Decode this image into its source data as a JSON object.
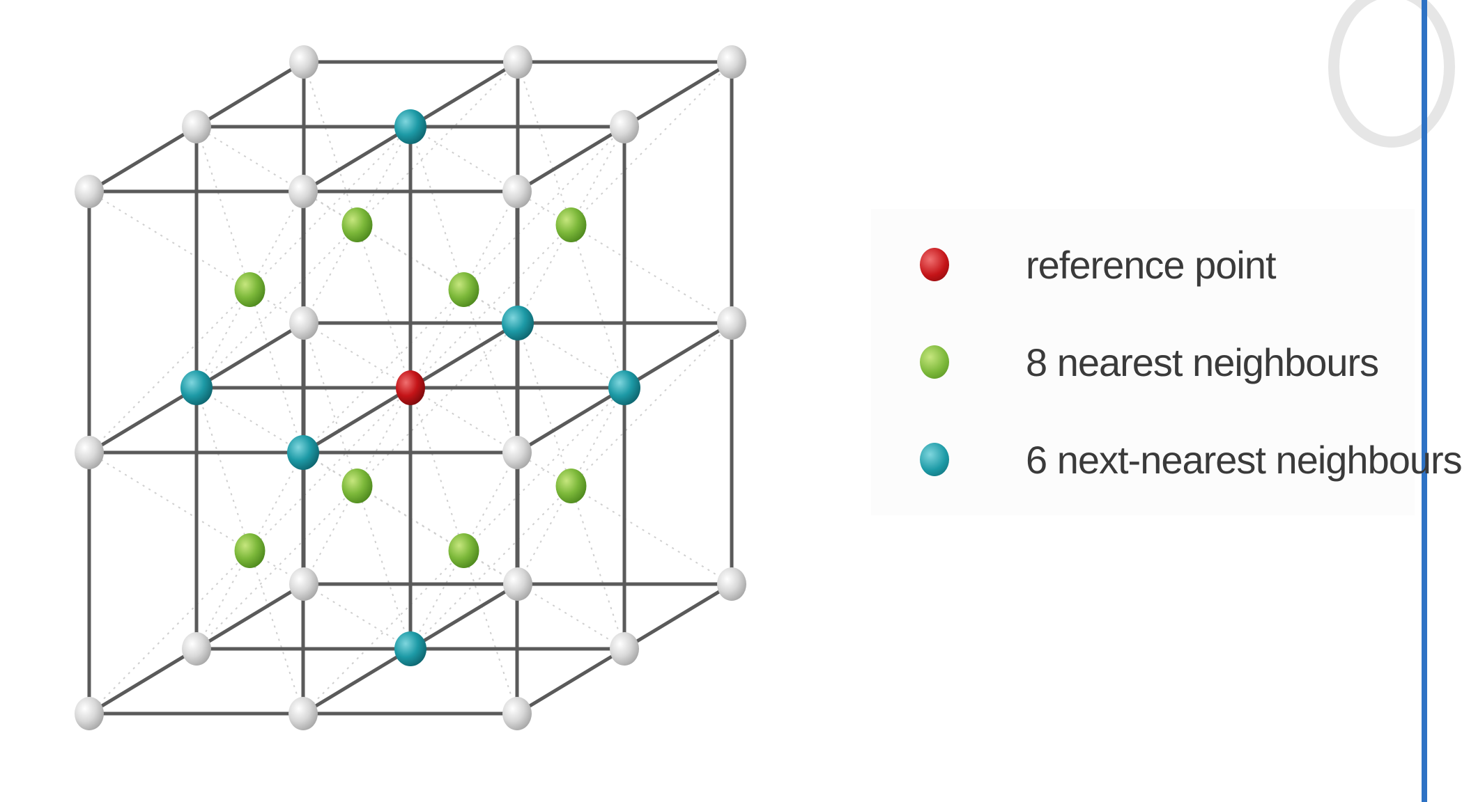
{
  "legend": {
    "items": [
      {
        "label": "reference point",
        "color": "#c41418",
        "icon": "red-sphere-icon"
      },
      {
        "label": "8 nearest neighbours",
        "color": "#7cb83a",
        "icon": "green-sphere-icon"
      },
      {
        "label": "6 next-nearest neighbours",
        "color": "#1d9aa6",
        "icon": "teal-sphere-icon"
      }
    ]
  },
  "colors": {
    "lattice_edge": "#5a5a5a",
    "corner_atom": "#d6d6d6",
    "accent_bar": "#2e72c4"
  }
}
